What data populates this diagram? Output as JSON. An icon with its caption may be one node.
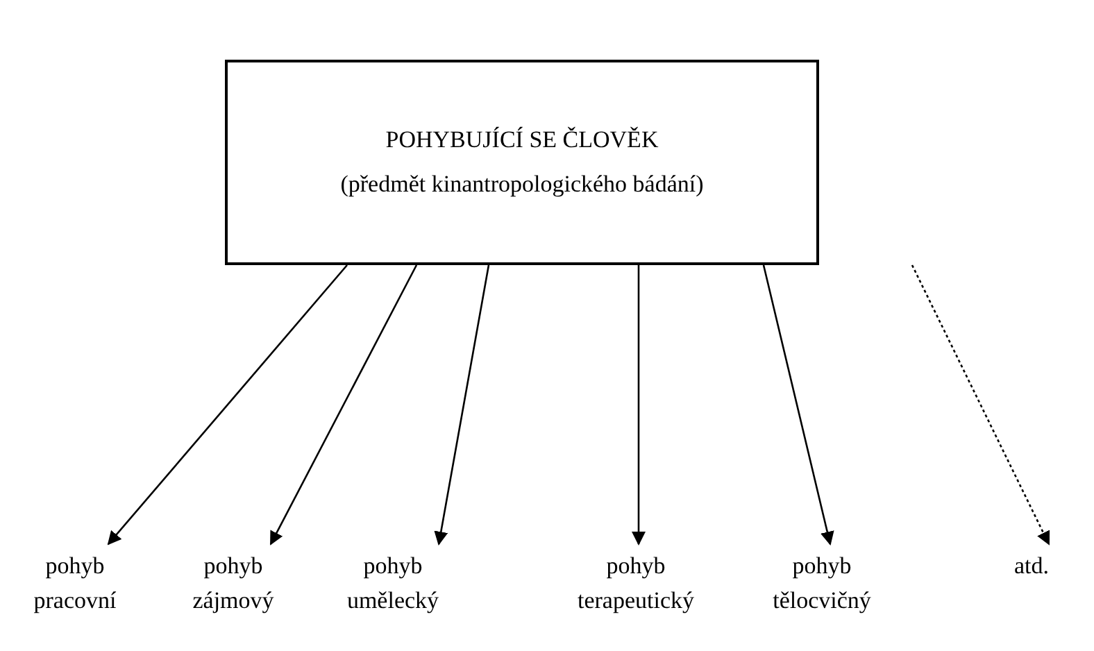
{
  "diagram": {
    "nodes": [
      {
        "text": [
          "POHYBUJÍCÍ SE ČLOVĚK",
          "(předmět kinantropologického bádání)"
        ]
      },
      {
        "text": [
          "pohyb pracovní"
        ]
      },
      {
        "text": [
          "pohyb zájmový"
        ]
      },
      {
        "text": [
          "pohyb umělecký"
        ]
      },
      {
        "text": [
          "pohyb terapeutický"
        ]
      },
      {
        "text": [
          "pohyb tělocvičný"
        ]
      },
      {
        "text": [
          "atd."
        ]
      }
    ],
    "edges": [
      {
        "from": 0,
        "to": 1,
        "arrow": "to"
      },
      {
        "from": 0,
        "to": 2,
        "arrow": "to"
      },
      {
        "from": 0,
        "to": 3,
        "arrow": "to"
      },
      {
        "from": 0,
        "to": 4,
        "arrow": "to"
      },
      {
        "from": 0,
        "to": 5,
        "arrow": "to"
      },
      {
        "from": 0,
        "to": 6,
        "arrow": "to",
        "style": "dashed"
      }
    ]
  }
}
